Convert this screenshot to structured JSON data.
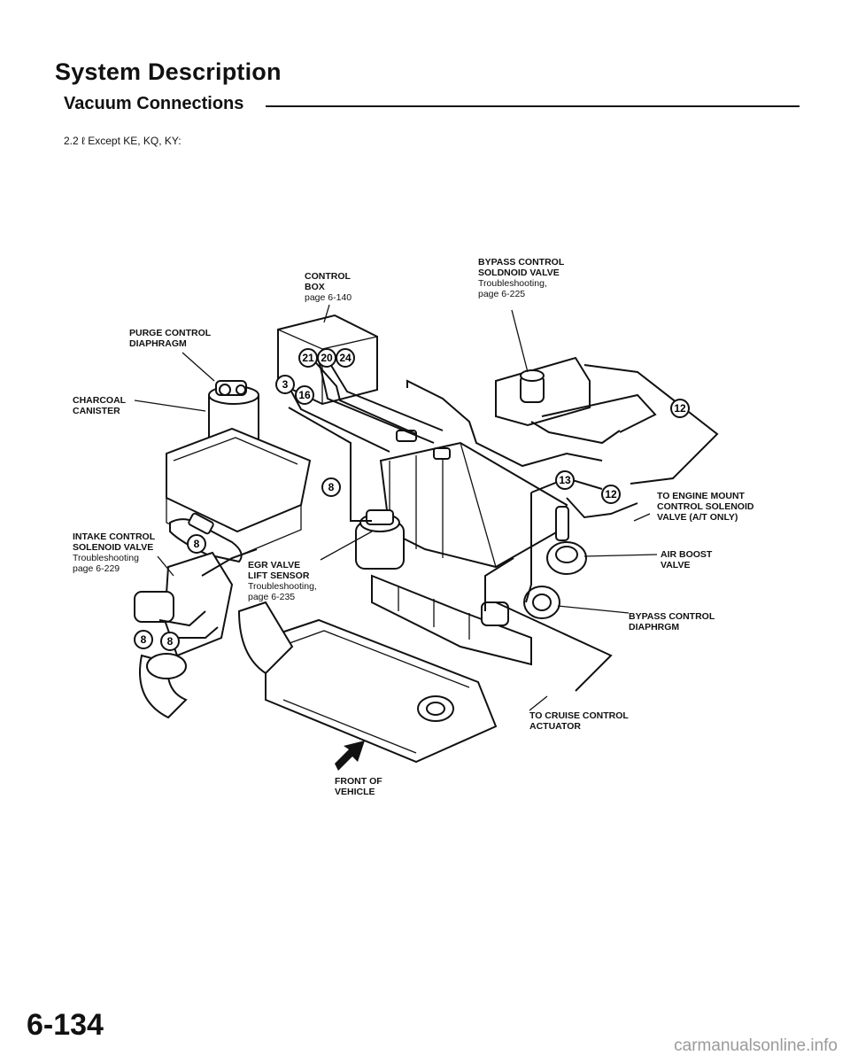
{
  "header": {
    "title": "System Description",
    "subtitle": "Vacuum Connections",
    "note": "2.2 ℓ Except KE, KQ, KY:"
  },
  "labels": {
    "control_box": {
      "name": "CONTROL\nBOX",
      "ref": "page 6-140"
    },
    "bypass_solenoid": {
      "name": "BYPASS CONTROL\nSOLDNOID VALVE",
      "ref": "Troubleshooting,\npage 6-225"
    },
    "purge_diaphragm": {
      "name": "PURGE CONTROL\nDIAPHRAGM"
    },
    "charcoal_canister": {
      "name": "CHARCOAL\nCANISTER"
    },
    "engine_mount": {
      "name": "TO ENGINE MOUNT\nCONTROL SOLENOID\nVALVE (A/T ONLY)"
    },
    "intake_solenoid": {
      "name": "INTAKE CONTROL\nSOLENOID VALVE",
      "ref": "Troubleshooting\npage 6-229"
    },
    "egr_sensor": {
      "name": "EGR VALVE\nLIFT SENSOR",
      "ref": "Troubleshooting,\npage 6-235"
    },
    "air_boost": {
      "name": "AIR BOOST\nVALVE"
    },
    "bypass_diaphragm": {
      "name": "BYPASS CONTROL\nDIAPHRGM"
    },
    "cruise": {
      "name": "TO CRUISE CONTROL\nACTUATOR"
    },
    "front": {
      "name": "FRONT OF\nVEHICLE"
    }
  },
  "hose_numbers": [
    "21",
    "20",
    "24",
    "3",
    "16",
    "12",
    "8",
    "13",
    "12",
    "8",
    "8",
    "8"
  ],
  "footer": {
    "page_number": "6-134",
    "watermark": "carmanualsonline.info"
  }
}
